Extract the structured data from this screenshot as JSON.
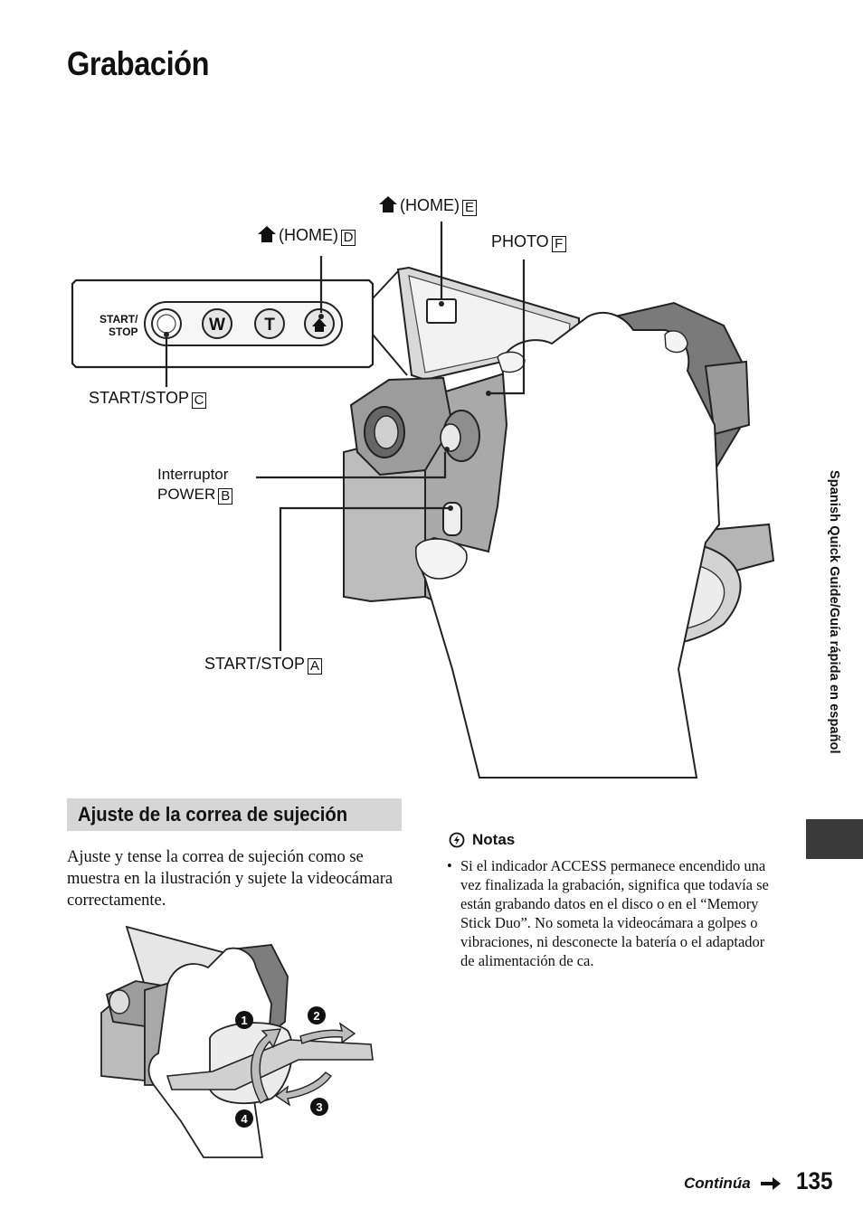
{
  "page": {
    "title": "Grabación",
    "side_tab": "Spanish Quick Guide/Guía rápida en español",
    "footer_continue": "Continúa",
    "page_number": "135"
  },
  "callouts": {
    "home_e": {
      "text": "(HOME)",
      "letter": "E"
    },
    "home_d": {
      "text": "(HOME)",
      "letter": "D"
    },
    "photo_f": {
      "text": "PHOTO",
      "letter": "F"
    },
    "start_stop_c": {
      "text": "START/STOP",
      "letter": "C"
    },
    "power_b": {
      "line1": "Interruptor",
      "line2": "POWER",
      "letter": "B"
    },
    "start_stop_a": {
      "text": "START/STOP",
      "letter": "A"
    }
  },
  "lcd_panel": {
    "start_stop_label_1": "START/",
    "start_stop_label_2": "STOP",
    "button_w": "W",
    "button_t": "T"
  },
  "section": {
    "heading": "Ajuste de la correa de sujeción",
    "body": "Ajuste y tense la correa de sujeción como se muestra en la ilustración y sujete la videocámara correctamente."
  },
  "notes": {
    "heading": "Notas",
    "items": [
      "Si el indicador ACCESS permanece encendido una vez finalizada la grabación, significa que todavía se están grabando datos en el disco o en el “Memory Stick Duo”. No someta la videocámara a golpes o vibraciones, ni desconecte la batería o el adaptador de alimentación de ca."
    ]
  },
  "strap_steps": [
    "1",
    "2",
    "3",
    "4"
  ]
}
